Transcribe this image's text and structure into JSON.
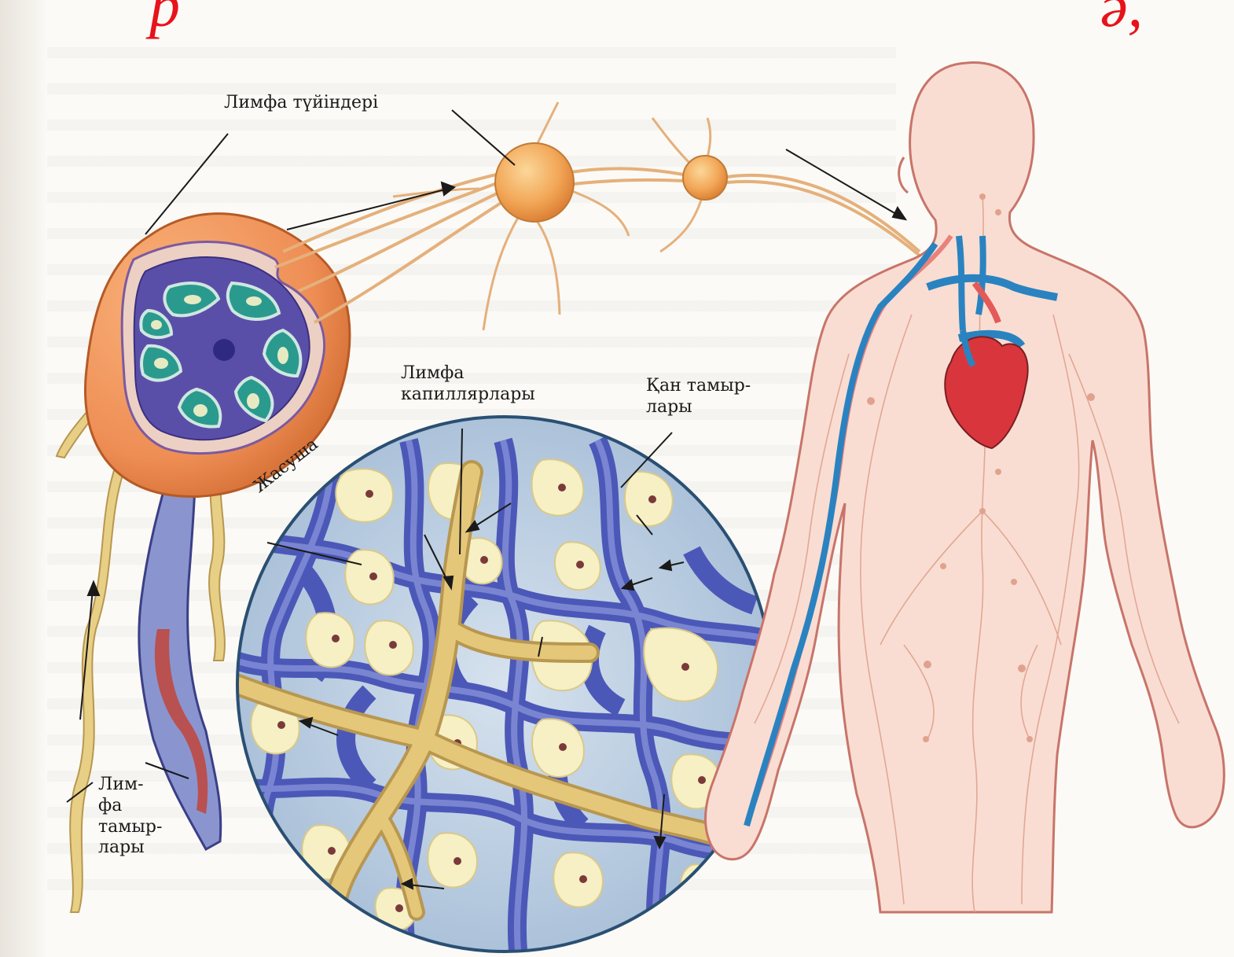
{
  "title": {
    "left_fragment": "р",
    "right_fragment": "ә,"
  },
  "labels": {
    "lymph_nodes": "Лимфа түйіндері",
    "lymph_capillaries": "Лимфа\nкапиллярлары",
    "blood_vessels": "Қан тамыр-\nлары",
    "cell": "Жасуша",
    "lymph_vessels": "Лим-\nфа\nтамыр-\nлары"
  },
  "colors": {
    "title": "#e8121b",
    "node": "#f0a450",
    "lymph_vessel": "#e5c77a",
    "blood_vein": "#4c58b8",
    "cell_fill": "#f6f0c4",
    "tissue_bg": "#c9d9ea",
    "body_skin": "#f9ddd2",
    "vein_blue": "#2a83c0",
    "artery_red": "#e35a58",
    "heart": "#d8363c"
  }
}
